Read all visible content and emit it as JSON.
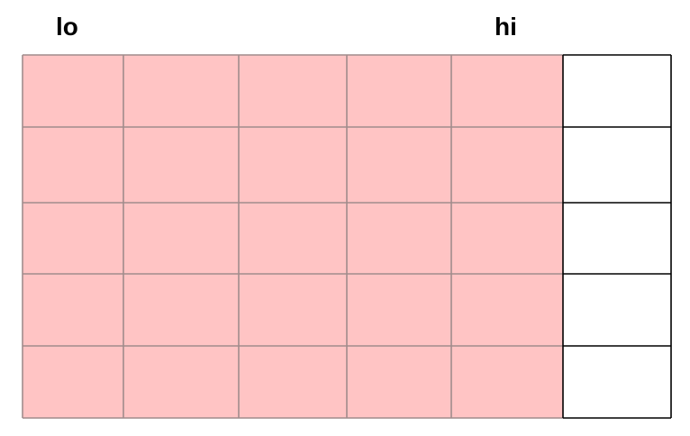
{
  "labels": {
    "lo": "lo",
    "hi": "hi"
  },
  "grid": {
    "rows": 5,
    "cols": 6,
    "highlighted_cols": 5
  },
  "colors": {
    "highlight_fill": "#ffc4c4",
    "empty_fill": "#ffffff",
    "highlight_line": "#a08c8c",
    "border_line": "#000000"
  }
}
